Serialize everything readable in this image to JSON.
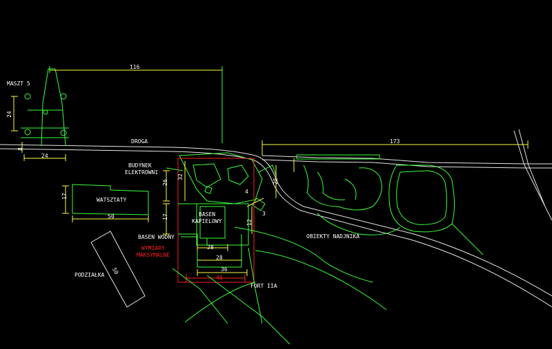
{
  "colors": {
    "background": "#000000",
    "outline": "#3cff3c",
    "road": "#e8e8e8",
    "dimension": "#ffff40",
    "max_dims": "#ff2020"
  },
  "labels": {
    "maszt": "MASZT 5",
    "droga": "DROGA",
    "budynek_1": "BUDYNEK",
    "budynek_2": "ELEKTROWNI",
    "warsztaty": "WATSZTATY",
    "basen_kap_1": "BASEN",
    "basen_kap_2": "KAPIELOWY",
    "basen_wodny": "BASEN WODNY",
    "wymiary_1": "WYMIARY",
    "wymiary_2": "MAKSYMALNE",
    "podzialka": "PODZIAŁKA",
    "obiekty": "OBIEKTY NADJNIKA",
    "fort": "FORT IIA"
  },
  "dimensions": {
    "d116": "116",
    "d24v": "24",
    "d24h": "24",
    "d8": "8",
    "d173": "173",
    "d17a": "17",
    "d50a": "50",
    "d26": "26",
    "d32": "32",
    "d17b": "17",
    "d12": "12",
    "d28a": "28",
    "d28b": "28",
    "d36": "36",
    "d45": "45",
    "d25": "25",
    "d4": "4",
    "d3": "3",
    "d50b": "50"
  }
}
